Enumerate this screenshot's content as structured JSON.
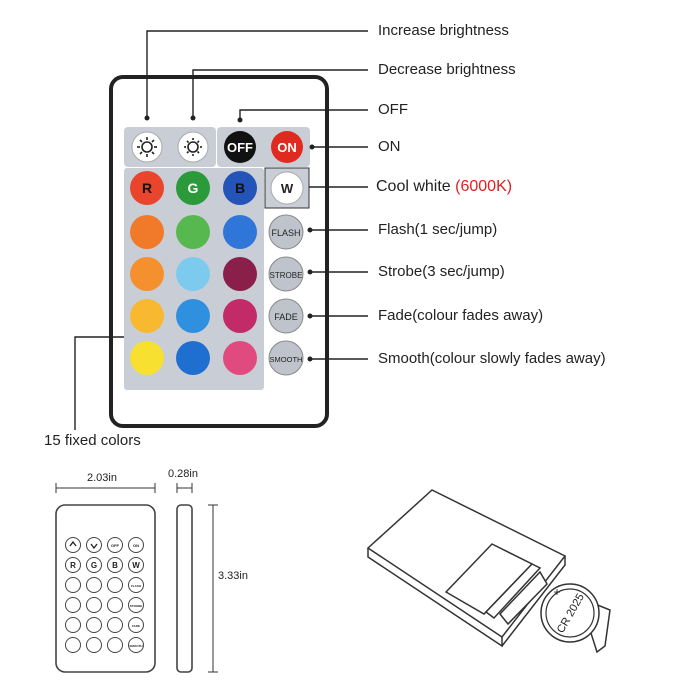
{
  "callouts": {
    "increase_brightness": "Increase brightness",
    "decrease_brightness": "Decrease brightness",
    "off": "OFF",
    "on": "ON",
    "cool_white_prefix": "Cool white ",
    "cool_white_temp": "(6000K)",
    "flash": "Flash(1 sec/jump)",
    "strobe": "Strobe(3 sec/jump)",
    "fade": "Fade(colour fades away)",
    "smooth": "Smooth(colour slowly fades away)",
    "fixed_colors": "15 fixed colors"
  },
  "buttons": {
    "off": "OFF",
    "on": "ON",
    "r": "R",
    "g": "G",
    "b": "B",
    "w": "W",
    "flash": "FLASH",
    "strobe": "STROBE",
    "fade": "FADE",
    "smooth": "SMOOTH"
  },
  "dimensions": {
    "width": "2.03in",
    "thickness": "0.28in",
    "height": "3.33in"
  },
  "battery": {
    "label": "CR 2025",
    "sign": "+"
  },
  "color_grid": [
    [
      "#e8452c",
      "#2a9a3a",
      "#2554b8"
    ],
    [
      "#f07a2a",
      "#58b850",
      "#2f76d8"
    ],
    [
      "#f4902e",
      "#7ccbef",
      "#8a1f4a"
    ],
    [
      "#f8b830",
      "#2f90e0",
      "#c22a68"
    ],
    [
      "#f7e030",
      "#1f6fd0",
      "#e04a7e"
    ]
  ]
}
